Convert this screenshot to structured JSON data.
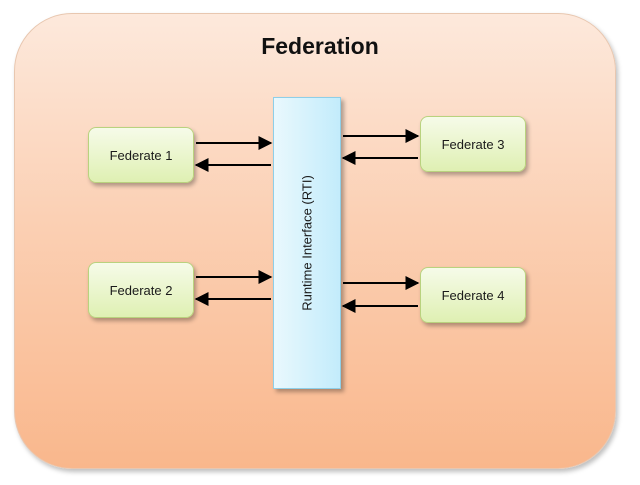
{
  "title": "Federation",
  "rti": {
    "label": "Runtime Interface (RTI)"
  },
  "federates": [
    {
      "label": "Federate 1"
    },
    {
      "label": "Federate 2"
    },
    {
      "label": "Federate 3"
    },
    {
      "label": "Federate 4"
    }
  ],
  "colors": {
    "container_top": "#fde9dc",
    "container_bottom": "#f9b78c",
    "federate_fill": "#dff0b3",
    "rti_fill": "#c3ecfb",
    "arrow": "#000000"
  }
}
